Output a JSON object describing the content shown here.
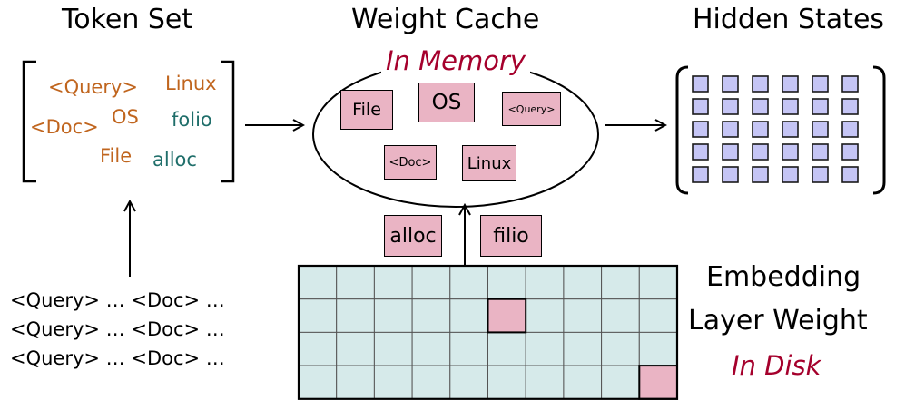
{
  "titles": {
    "token_set": "Token Set",
    "weight_cache": "Weight Cache",
    "hidden_states": "Hidden States",
    "embedding_line1": "Embedding",
    "embedding_line2": "Layer Weight"
  },
  "labels": {
    "in_memory": "In Memory",
    "in_disk": "In Disk"
  },
  "token_set": {
    "query": "<Query>",
    "linux": "Linux",
    "doc": "<Doc>",
    "os": "OS",
    "folio": "folio",
    "file": "File",
    "alloc": "alloc"
  },
  "cache_items": {
    "file": "File",
    "os": "OS",
    "query": "<Query>",
    "doc": "<Doc>",
    "linux": "Linux"
  },
  "loading": {
    "alloc": "alloc",
    "filio": "filio"
  },
  "input_lines": [
    "<Query> … <Doc> …",
    "<Query> … <Doc> …",
    "<Query> … <Doc> …"
  ],
  "colors": {
    "token_brown": "#c0651e",
    "token_teal": "#1f6e6a",
    "cache_box": "#eab4c4",
    "hidden_cell": "#c5c5f5",
    "disk_cell": "#d6eaea",
    "label_crimson": "#a5002c"
  }
}
